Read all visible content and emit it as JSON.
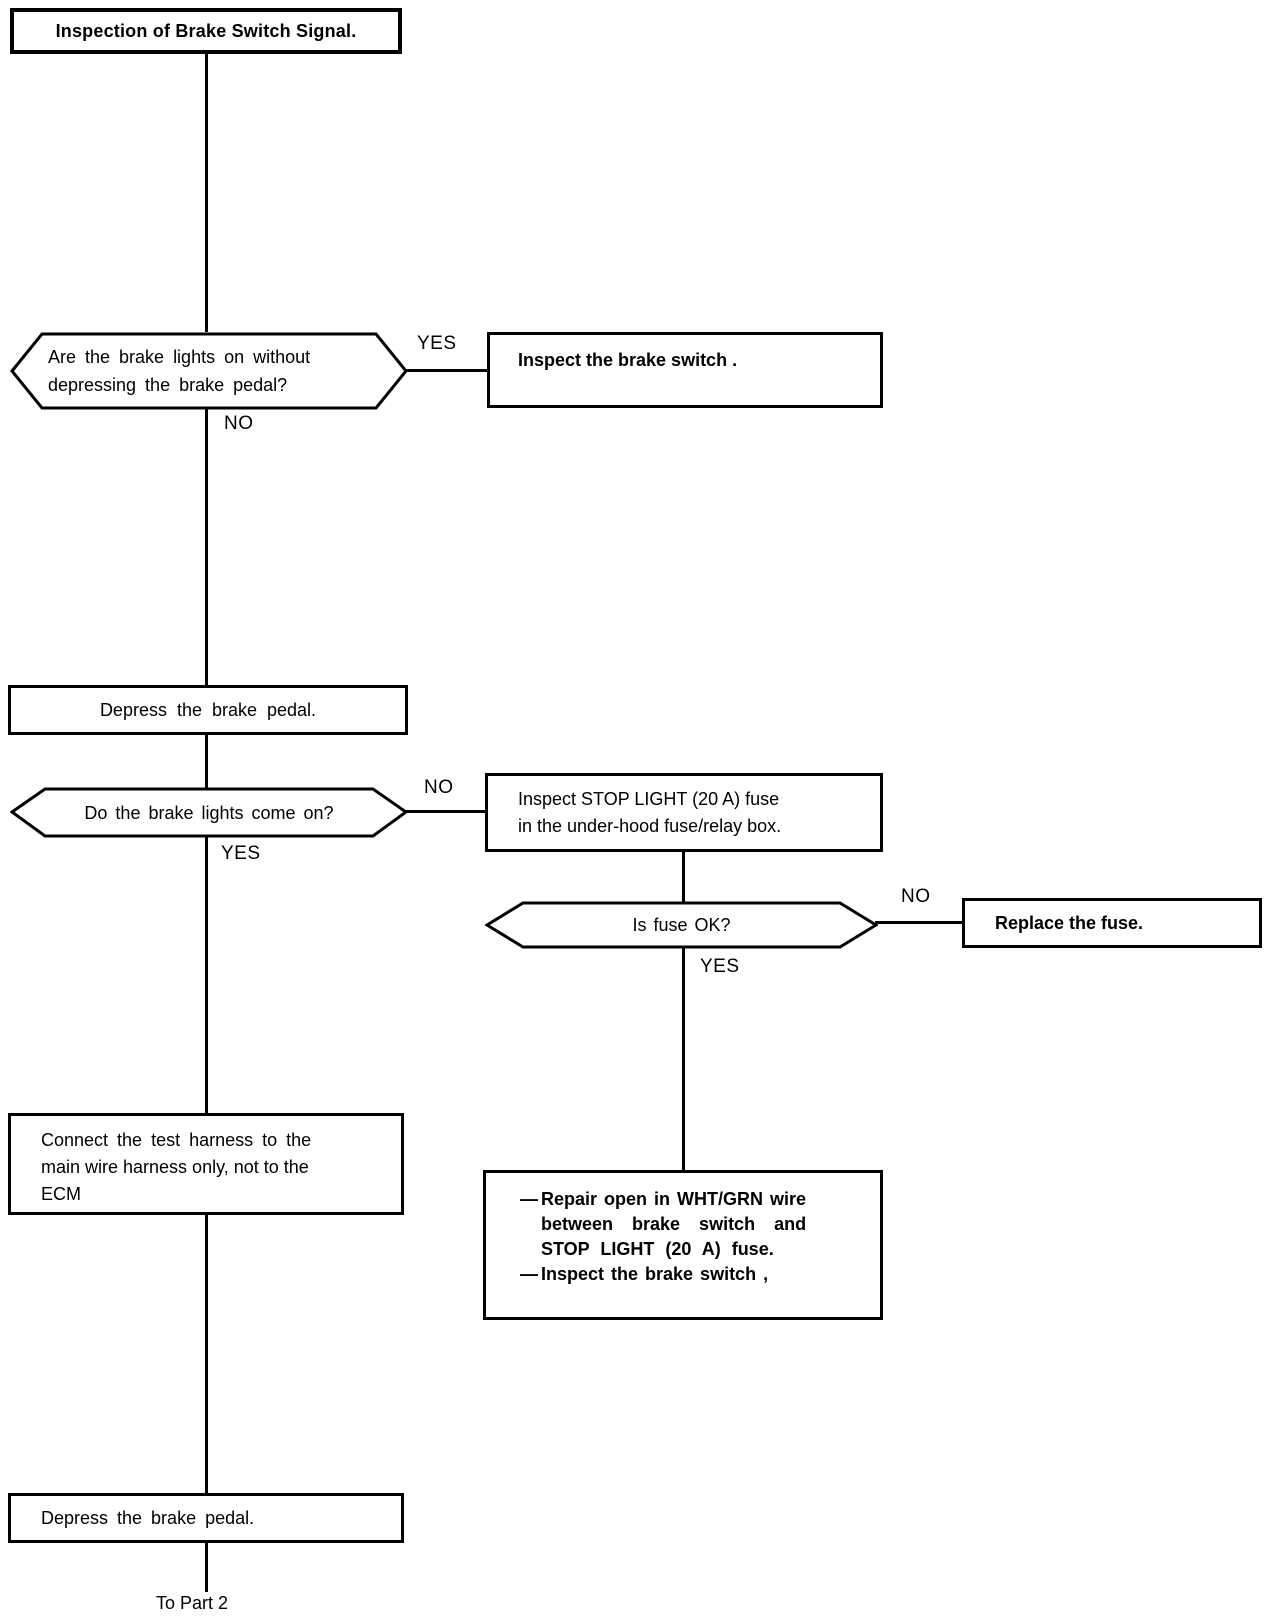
{
  "title": "Inspection of Brake Switch Signal.",
  "labels": {
    "yes": "YES",
    "no": "NO"
  },
  "flow": {
    "q1_line1": "Are the brake lights on without",
    "q1_line2": "depressing the brake pedal?",
    "inspect_brake_switch": "Inspect the brake switch .",
    "depress_pedal_1": "Depress the brake pedal.",
    "q2": "Do the brake lights come on?",
    "inspect_fuse_line1": "Inspect STOP LIGHT (20 A) fuse",
    "inspect_fuse_line2": "in the under-hood fuse/relay box.",
    "q3": "Is fuse OK?",
    "replace_fuse": "Replace the fuse.",
    "connect_harness_line1": "Connect the test harness to the",
    "connect_harness_line2": "main wire harness only, not to the",
    "connect_harness_line3": "ECM",
    "repair_dash": "—",
    "repair_line1": "Repair open in WHT/GRN wire",
    "repair_line2": "between brake switch and",
    "repair_line3": "STOP LIGHT (20 A) fuse.",
    "inspect_dash": "—",
    "inspect_line2": "Inspect the brake switch ,",
    "depress_pedal_2": "Depress the brake pedal.",
    "to_part_2": "To Part 2"
  },
  "colors": {
    "ink": "#000000",
    "paper": "#ffffff"
  }
}
